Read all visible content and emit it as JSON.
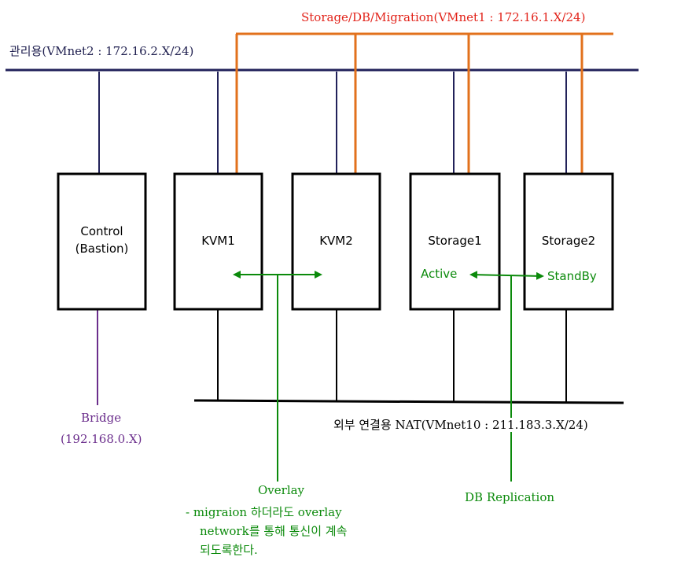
{
  "colors": {
    "storage_net": "#e2711c",
    "mgmt_net": "#22225a",
    "nat_net": "#000000",
    "bridge": "#6b2e8c",
    "replication": "#0b8a0b"
  },
  "networks": {
    "storage": "Storage/DB/Migration(VMnet1 :  172.16.1.X/24)",
    "management": "관리용(VMnet2 :  172.16.2.X/24)",
    "external": "외부  연결용  NAT(VMnet10 :  211.183.3.X/24)"
  },
  "nodes": {
    "control_line1": "Control",
    "control_line2": "(Bastion)",
    "kvm1": "KVM1",
    "kvm2": "KVM2",
    "storage1": "Storage1",
    "storage2": "Storage2"
  },
  "states": {
    "active": "Active",
    "standby": "StandBy"
  },
  "bridge": {
    "title": "Bridge",
    "subnet": "(192.168.0.X)"
  },
  "overlay": {
    "title": "Overlay",
    "note_line1": "-  migraion   하더라도   overlay",
    "note_line2": "network를  통해  통신이  계속",
    "note_line3": "되도록한다."
  },
  "replication": {
    "title": "DB  Replication"
  }
}
